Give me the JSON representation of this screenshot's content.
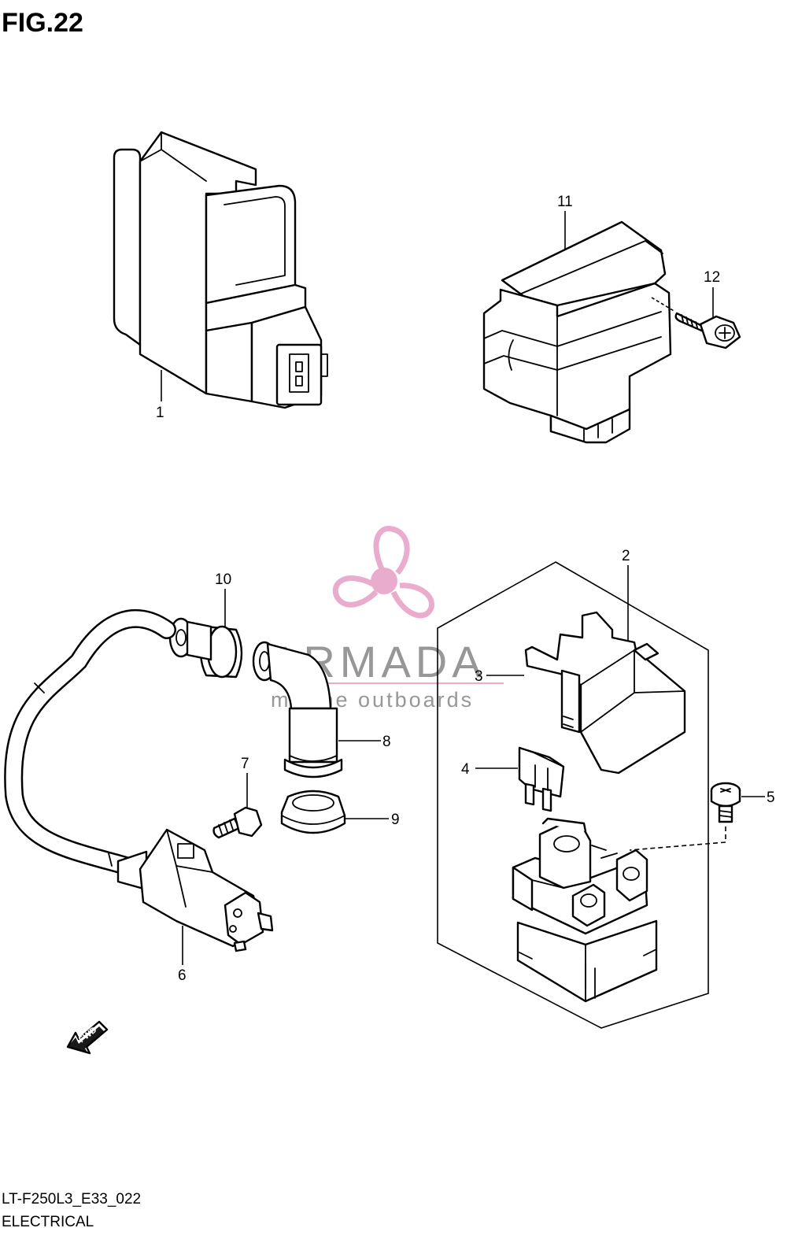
{
  "header": {
    "figure_label": "FIG.22"
  },
  "footer": {
    "drawing_code": "LT-F250L3_E33_022",
    "section_name": "ELECTRICAL"
  },
  "watermark": {
    "brand": "ARMADA",
    "tagline": "marine outboards",
    "brand_color": "#e8a4c8",
    "text_color": "#8c8c8c"
  },
  "direction_marker": {
    "label": "FWD"
  },
  "callouts": [
    {
      "id": "c1",
      "number": "1",
      "part": "ignitor-unit"
    },
    {
      "id": "c2",
      "number": "2",
      "part": "starter-relay-assembly"
    },
    {
      "id": "c3",
      "number": "3",
      "part": "relay-cover"
    },
    {
      "id": "c4",
      "number": "4",
      "part": "fuse"
    },
    {
      "id": "c5",
      "number": "5",
      "part": "terminal-screw"
    },
    {
      "id": "c6",
      "number": "6",
      "part": "ignition-coil"
    },
    {
      "id": "c7",
      "number": "7",
      "part": "coil-bolt"
    },
    {
      "id": "c8",
      "number": "8",
      "part": "plug-cap"
    },
    {
      "id": "c9",
      "number": "9",
      "part": "cap-seal"
    },
    {
      "id": "c10",
      "number": "10",
      "part": "lead-grommet"
    },
    {
      "id": "c11",
      "number": "11",
      "part": "regulator-rectifier"
    },
    {
      "id": "c12",
      "number": "12",
      "part": "regulator-bolt"
    }
  ]
}
